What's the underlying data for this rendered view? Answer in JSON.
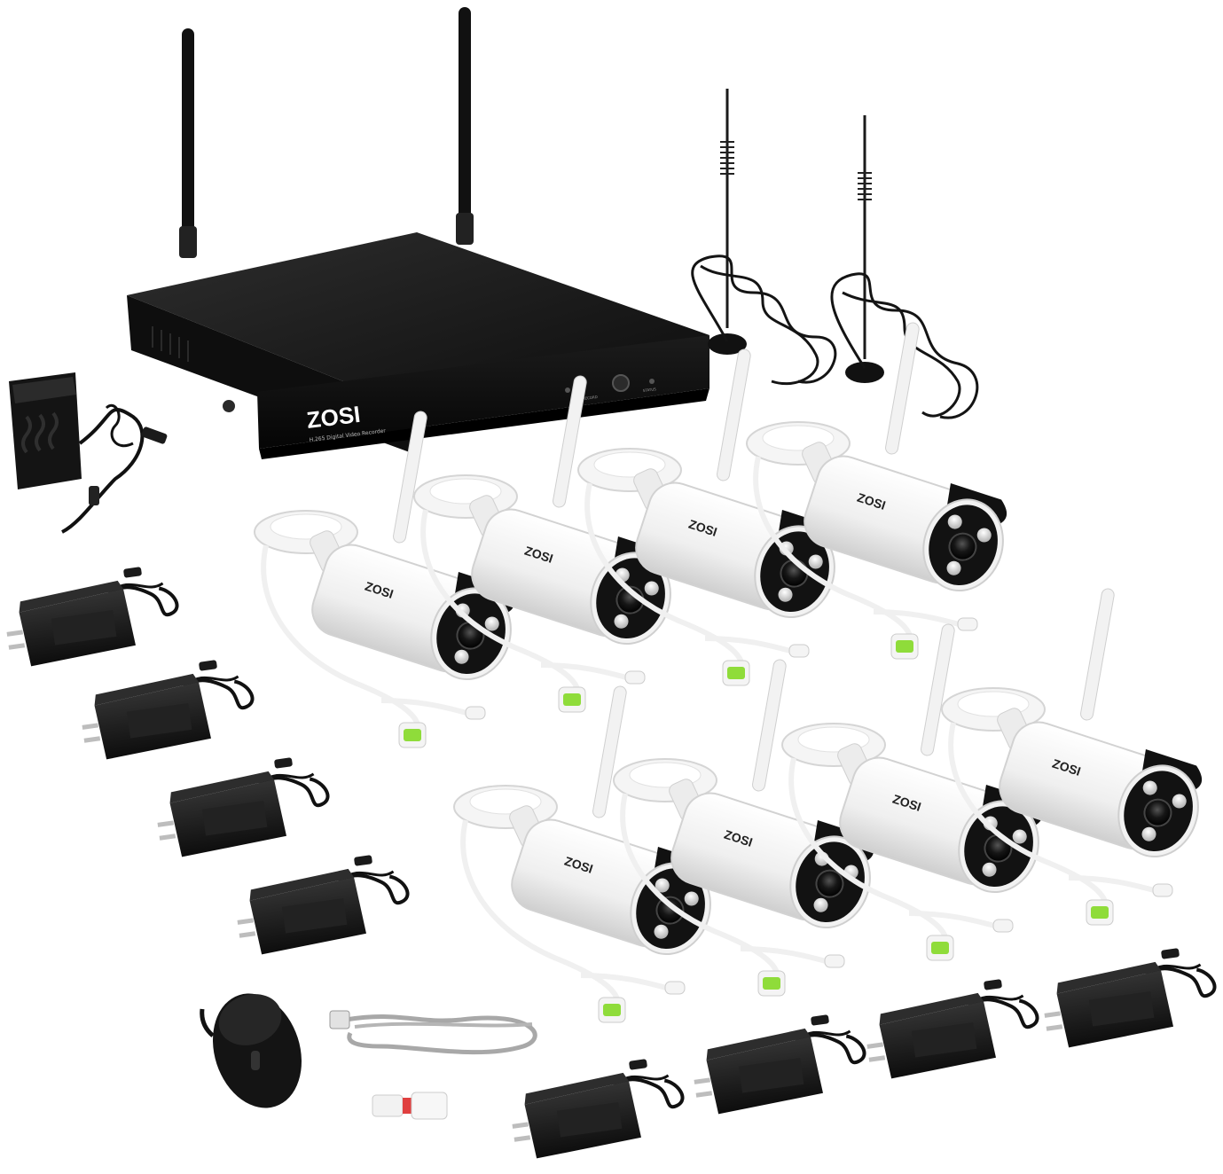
{
  "nvr": {
    "brand": "ZOSI",
    "subtitle": "H.265 Digital Video Recorder",
    "led_record": "RECORD",
    "led_status": "STATUS"
  },
  "camera_brand": "ZOSI",
  "camera_count": 8,
  "power_adapter_count": 9,
  "colors": {
    "nvr_body": "#1a1a1a",
    "camera_body": "#f4f4f4",
    "camera_shadow": "#d8d8d8",
    "connector_green": "#8fdc3a",
    "cable_gray": "#a8a8a8",
    "adapter": "#1c1c1c"
  }
}
